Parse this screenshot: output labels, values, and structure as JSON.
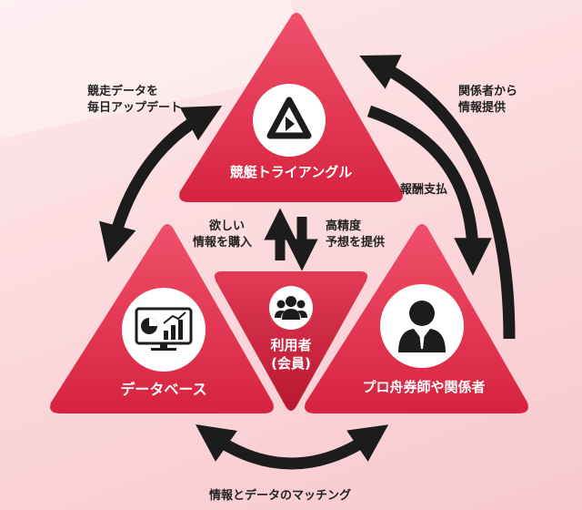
{
  "nodes": {
    "top": {
      "label": "競艇トライアングル",
      "icon": "play-logo-icon"
    },
    "left": {
      "label": "データベース",
      "icon": "dashboard-chart-icon"
    },
    "right": {
      "label": "プロ舟券師や関係者",
      "icon": "person-icon"
    },
    "center": {
      "label_line1": "利用者",
      "label_line2": "(会員)",
      "icon": "group-icon"
    }
  },
  "notes": {
    "top_left_line1": "競走データを",
    "top_left_line2": "毎日アップデート",
    "top_right_line1": "関係者から",
    "top_right_line2": "情報提供",
    "payment": "報酬支払",
    "want_line1": "欲しい",
    "want_line2": "情報を購入",
    "predict_line1": "高精度",
    "predict_line2": "予想を提供",
    "bottom": "情報とデータのマッチング"
  },
  "colors": {
    "triangle_red": "#e8344f",
    "triangle_dark": "#c9203b",
    "center_red": "#d42a44",
    "arrow": "#1c1c1c"
  }
}
